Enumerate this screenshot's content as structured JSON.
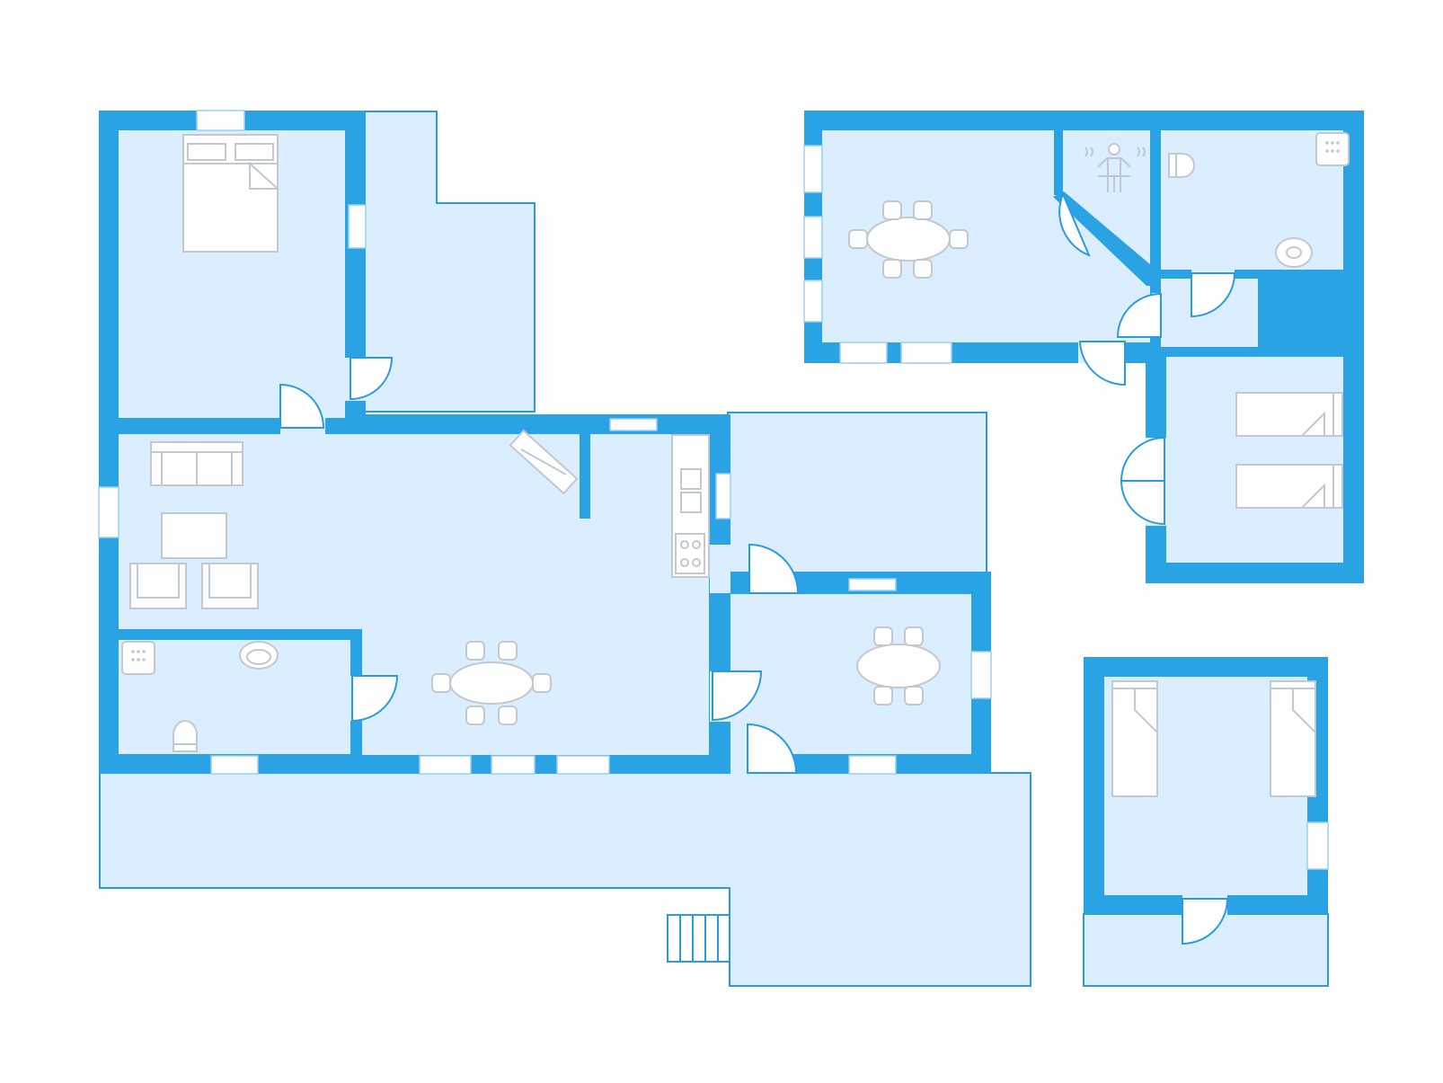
{
  "floor_plan": {
    "colors": {
      "wall": "#29a3e3",
      "room_fill": "#dbeeff",
      "terrace_outline": "#2a9be0",
      "window": "#ffffff",
      "furniture_outline": "#c2c8cf",
      "background": "#ffffff"
    },
    "buildings": [
      "main-house",
      "annex",
      "guest-hut"
    ],
    "main_house": {
      "rooms": [
        "bedroom",
        "living-room",
        "bathroom",
        "kitchen-dining",
        "dining-room"
      ],
      "furniture": [
        "double-bed",
        "sofa",
        "coffee-table",
        "armchair",
        "armchair",
        "shower-icon",
        "washbasin",
        "toilet",
        "dining-table-six-chairs",
        "kitchen-counter",
        "stove",
        "sink",
        "wood-stove"
      ]
    },
    "annex": {
      "rooms": [
        "dining-room",
        "sauna",
        "bathroom",
        "hallway",
        "bedroom"
      ],
      "furniture": [
        "dining-table-six-chairs",
        "sauna-icon",
        "toilet",
        "shower-icon",
        "washbasin",
        "single-bed",
        "single-bed"
      ]
    },
    "guest_hut": {
      "rooms": [
        "bedroom"
      ],
      "furniture": [
        "single-bed",
        "single-bed"
      ]
    },
    "outdoor": [
      "terrace",
      "terrace",
      "terrace",
      "steps"
    ]
  }
}
